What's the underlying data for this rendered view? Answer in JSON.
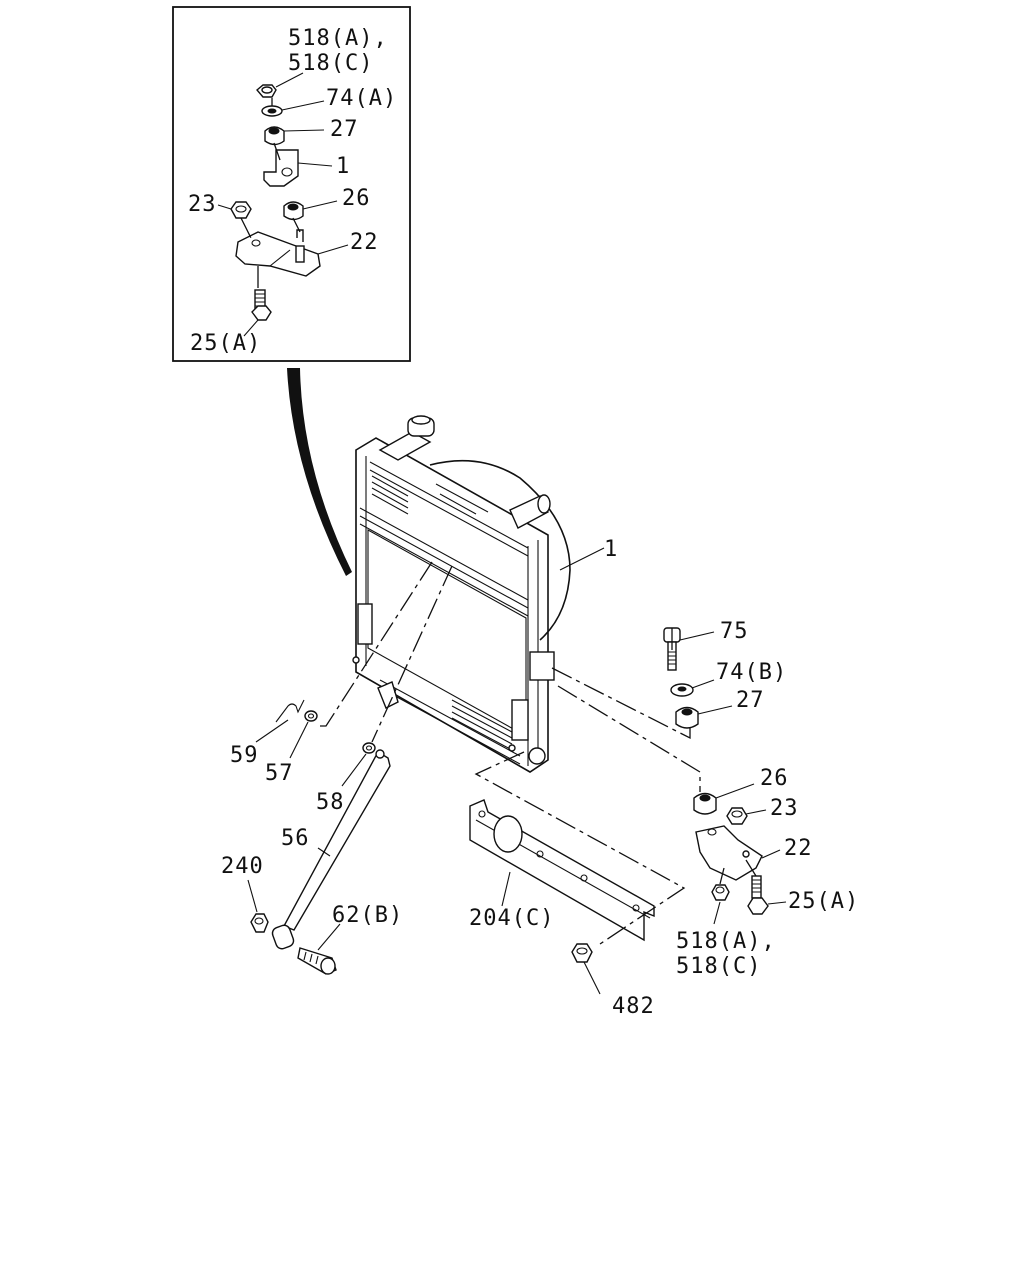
{
  "inset": {
    "labels": {
      "l_518": "518(A),",
      "l_518c": "518(C)",
      "l_74a": "74(A)",
      "l_27": "27",
      "l_1": "1",
      "l_23": "23",
      "l_26": "26",
      "l_22": "22",
      "l_25a": "25(A)"
    }
  },
  "main": {
    "labels": {
      "l_1": "1",
      "l_75": "75",
      "l_74b": "74(B)",
      "l_27": "27",
      "l_26": "26",
      "l_23": "23",
      "l_22": "22",
      "l_25a": "25(A)",
      "l_518": "518(A),",
      "l_518c": "518(C)",
      "l_59": "59",
      "l_57": "57",
      "l_58": "58",
      "l_56": "56",
      "l_240": "240",
      "l_62b": "62(B)",
      "l_204c": "204(C)",
      "l_482": "482"
    }
  }
}
